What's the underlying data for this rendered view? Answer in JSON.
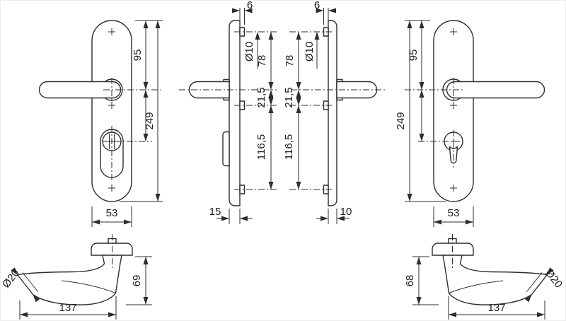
{
  "colors": {
    "line": "#2e2e2e",
    "label": "#1c1c1c",
    "background": "#ffffff"
  },
  "views": {
    "front_left": {
      "height_to_handle": "95",
      "total_height": "249",
      "width": "53"
    },
    "side_left": {
      "screw_protrusion": "6",
      "screw_diameter": "Ø10",
      "top_screw_to_handle": "78",
      "handle_to_middle_screw": "21,5",
      "middle_to_bottom_screw": "116,5",
      "plate_depth": "15"
    },
    "side_right": {
      "screw_protrusion": "6",
      "screw_diameter": "Ø10",
      "top_screw_to_handle": "78",
      "handle_to_middle_screw": "21,5",
      "middle_to_bottom_screw": "116,5",
      "plate_depth": "10"
    },
    "front_right": {
      "height_to_handle": "95",
      "total_height": "249",
      "width": "53"
    },
    "handle_left": {
      "grip_diameter": "Ø20",
      "projection": "69",
      "length": "137"
    },
    "handle_right": {
      "grip_diameter": "Ø20",
      "projection": "68",
      "length": "137"
    }
  }
}
